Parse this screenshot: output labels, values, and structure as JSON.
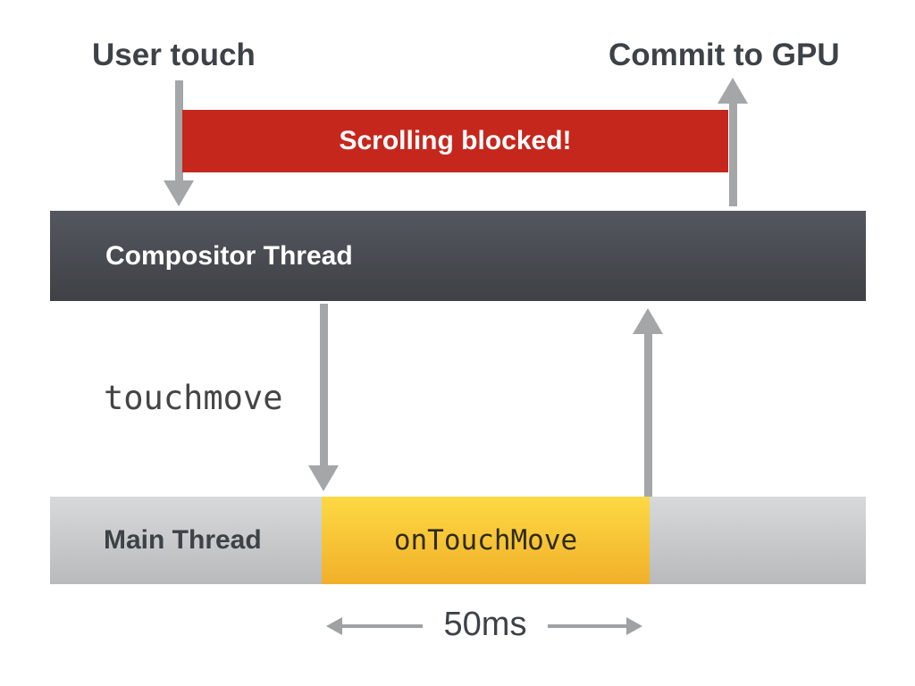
{
  "diagram": {
    "title_left": "User touch",
    "title_right": "Commit to GPU",
    "banner_label": "Scrolling blocked!",
    "compositor_label": "Compositor Thread",
    "event_label": "touchmove",
    "main_label": "Main Thread",
    "task_label": "onTouchMove",
    "duration_label": "50ms",
    "colors": {
      "banner_red": "#c5271d",
      "compositor_top": "#54575f",
      "compositor_bottom": "#3e4145",
      "main_thread_top": "#d7d9db",
      "main_thread_bottom": "#b8babc",
      "task_yellow_top": "#fdd943",
      "task_yellow_bottom": "#f1b02a",
      "arrow_gray": "#a4a6a8",
      "text_dark": "#3d4247",
      "banner_text": "#ffffff"
    },
    "icons": [
      "arrow-down-icon",
      "arrow-up-icon",
      "arrow-left-icon",
      "arrow-right-icon"
    ]
  }
}
